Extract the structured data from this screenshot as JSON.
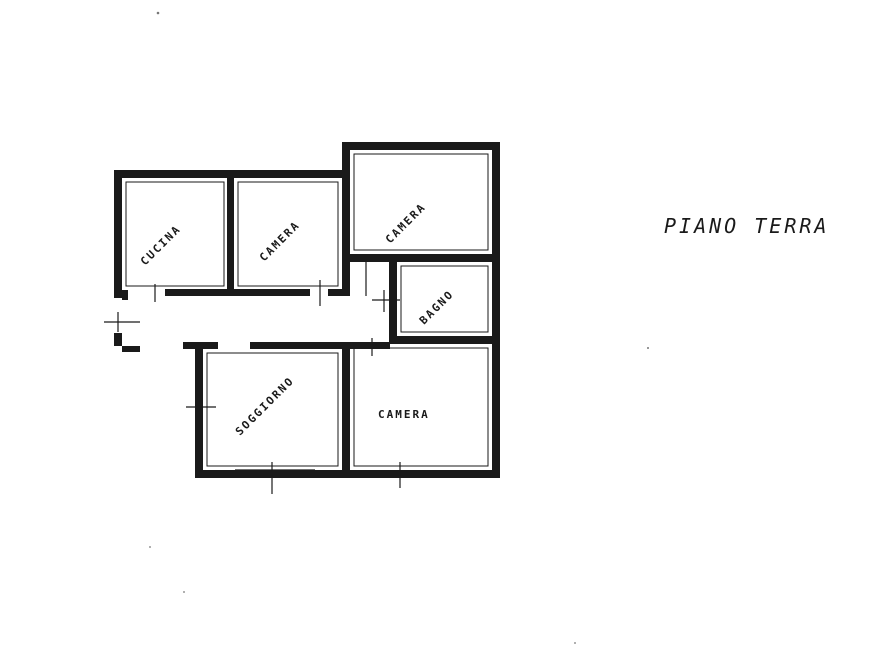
{
  "floor": {
    "title": "PIANO TERRA"
  },
  "rooms": {
    "cucina": "CUCINA",
    "camera_1": "CAMERA",
    "camera_2": "CAMERA",
    "bagno": "BAGNO",
    "soggiorno": "SOGGIORNO",
    "camera_3": "CAMERA"
  },
  "colors": {
    "ink": "#1a1a1a",
    "paper": "#ffffff"
  }
}
